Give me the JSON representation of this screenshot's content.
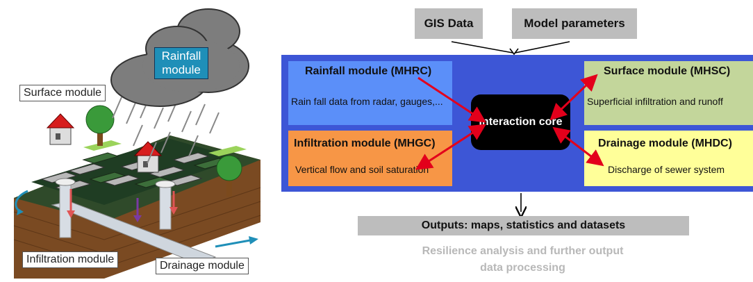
{
  "illustration": {
    "cloud_label": "Rainfall module",
    "surface_label": "Surface module",
    "infiltration_label": "Infiltration module",
    "drainage_label": "Drainage module"
  },
  "diagram": {
    "inputs": [
      "GIS Data",
      "Model parameters"
    ],
    "modules": {
      "rainfall": {
        "title": "Rainfall module (MHRC)",
        "desc": "Rain fall data from radar, gauges,..."
      },
      "surface": {
        "title": "Surface module (MHSC)",
        "desc": "Superficial infiltration and runoff"
      },
      "infiltration": {
        "title": "Infiltration module (MHGC)",
        "desc": "Vertical flow and soil saturation"
      },
      "drainage": {
        "title": "Drainage module (MHDC)",
        "desc": "Discharge of sewer system"
      }
    },
    "core": "Interaction core",
    "outputs": "Outputs: maps, statistics and datasets",
    "resilience": "Resilience analysis and further output data processing"
  },
  "colors": {
    "panel": "#3d56d6",
    "rainfall": "#5b8ff9",
    "surface": "#c3d69b",
    "infiltration": "#f79646",
    "drainage": "#ffff99",
    "arrows": "#e3001b"
  }
}
